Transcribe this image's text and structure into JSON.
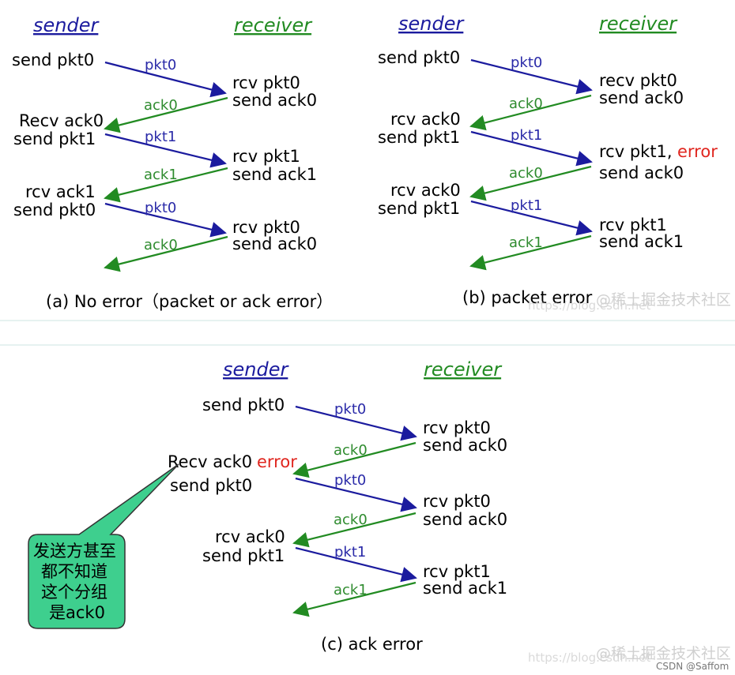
{
  "panel_a": {
    "sender": "sender",
    "receiver": "receiver",
    "sender_labels": [
      "send pkt0",
      "Recv ack0",
      "send pkt1",
      "rcv ack1",
      "send pkt0"
    ],
    "receiver_labels": [
      "rcv pkt0",
      "send ack0",
      "rcv pkt1",
      "send ack1",
      "rcv pkt0",
      "send ack0"
    ],
    "messages": [
      "pkt0",
      "ack0",
      "pkt1",
      "ack1",
      "pkt0",
      "ack0"
    ],
    "caption": "(a) No error（packet or ack error）"
  },
  "panel_b": {
    "sender": "sender",
    "receiver": "receiver",
    "sender_labels": [
      "send pkt0",
      "rcv ack0",
      "send pkt1",
      "rcv ack0",
      "send pkt1"
    ],
    "receiver_labels": [
      "recv pkt0",
      "send ack0",
      "rcv pkt1,",
      "send ack0",
      "rcv pkt1",
      "send ack1"
    ],
    "error_label": "error",
    "messages": [
      "pkt0",
      "ack0",
      "pkt1",
      "ack0",
      "pkt1",
      "ack1"
    ],
    "caption": "(b) packet error"
  },
  "panel_c": {
    "sender": "sender",
    "receiver": "receiver",
    "sender_labels": [
      "send pkt0",
      "Recv ack0",
      "send pkt0",
      "rcv ack0",
      "send pkt1"
    ],
    "error_label": "error",
    "receiver_labels": [
      "rcv pkt0",
      "send ack0",
      "rcv pkt0",
      "send ack0",
      "rcv pkt1",
      "send ack1"
    ],
    "messages": [
      "pkt0",
      "ack0",
      "pkt0",
      "ack0",
      "pkt1",
      "ack1"
    ],
    "callout_lines": [
      "发送方甚至",
      "都不知道",
      "这个分组",
      "是ack0"
    ],
    "caption": "(c) ack error"
  },
  "watermarks": {
    "brand": "@稀土掘金技术社区",
    "url": "https://blog.csdn.net",
    "credit": "CSDN @Saffom"
  },
  "colors": {
    "data": "#1b1b9e",
    "ack": "#228b22",
    "error": "#e0261f",
    "callout": "#3ecf8e"
  }
}
